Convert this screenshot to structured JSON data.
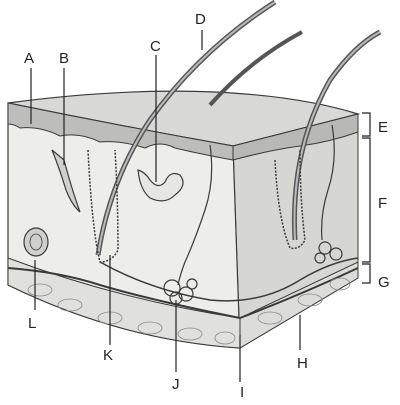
{
  "labels": {
    "A": "A",
    "B": "B",
    "C": "C",
    "D": "D",
    "E": "E",
    "F": "F",
    "G": "G",
    "H": "H",
    "I": "I",
    "J": "J",
    "K": "K",
    "L": "L"
  },
  "colors": {
    "ink": "#3a3a3a",
    "surface": "#d8d8d6",
    "epidermis": "#bfbfbd",
    "dermis": "#ecece9",
    "side": "#cfcfcc",
    "fat": "#e2e2de",
    "hair": "#5a5a5a"
  }
}
